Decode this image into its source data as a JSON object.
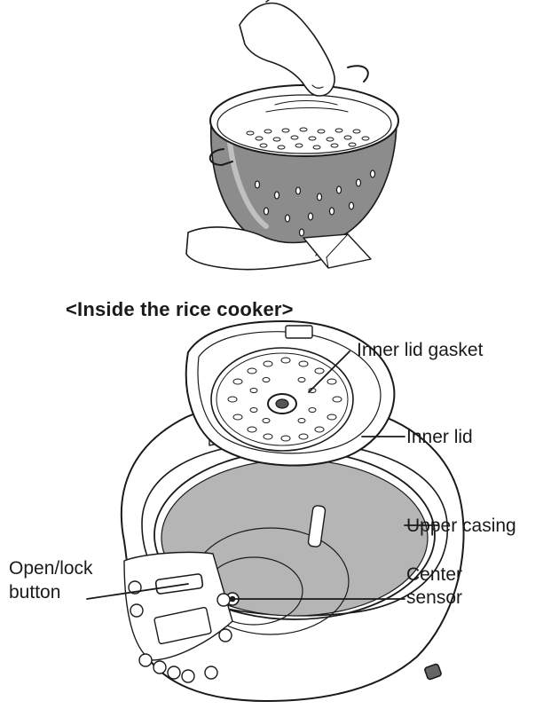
{
  "section_title": "<Inside the rice cooker>",
  "labels": {
    "inner_lid_gasket": "Inner lid gasket",
    "inner_lid": "Inner lid",
    "upper_casing": "Upper casing",
    "center_sensor_line1": "Center",
    "center_sensor_line2": "sensor",
    "open_lock_line1": "Open/lock",
    "open_lock_line2": "button"
  },
  "colors": {
    "line": "#1a1a1a",
    "shade": "#9a9a9a",
    "pot_fill": "#8c8c8c"
  }
}
